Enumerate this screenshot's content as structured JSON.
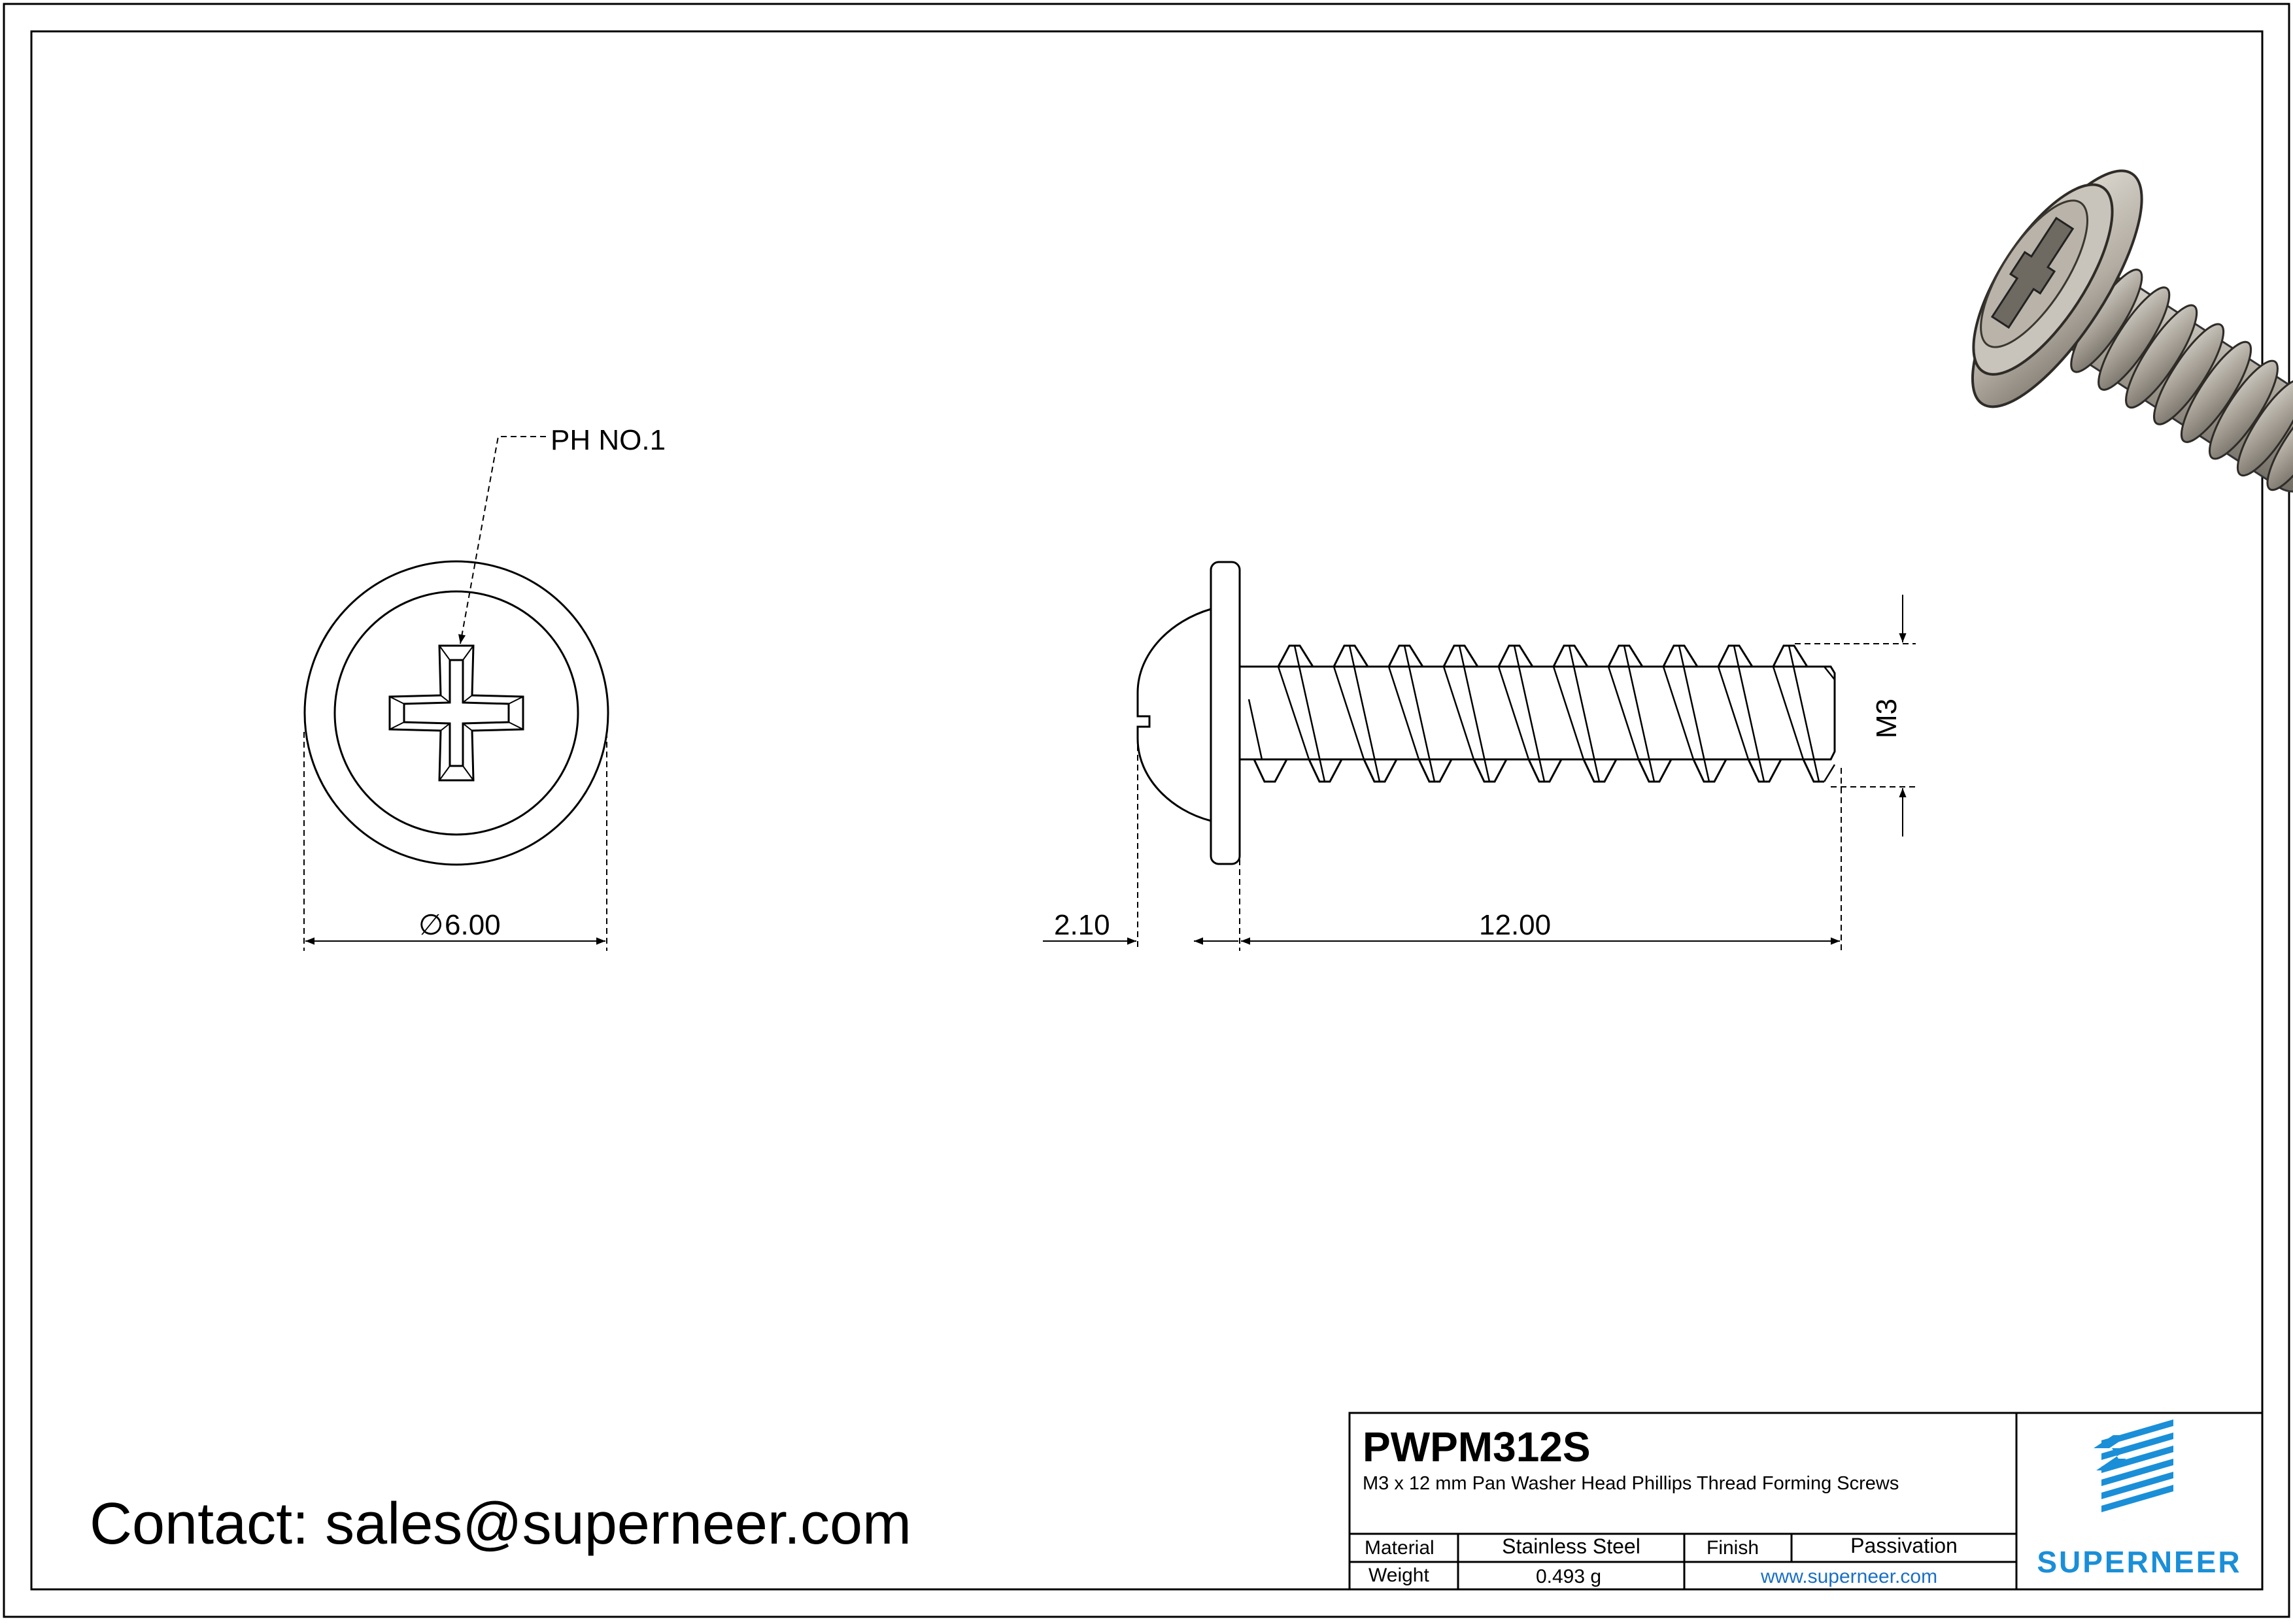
{
  "part": {
    "code": "PWPM312S",
    "description": "M3 x 12 mm Pan Washer Head Phillips Thread Forming Screws"
  },
  "dimensions": {
    "drive": "PH NO.1",
    "diameter_symbol": "∅",
    "diameter": "6.00",
    "head_height": "2.10",
    "length": "12.00",
    "thread": "M3"
  },
  "title_block": {
    "material_label": "Material",
    "material_value": "Stainless Steel",
    "finish_label": "Finish",
    "finish_value": "Passivation",
    "weight_label": "Weight",
    "weight_value": "0.493 g",
    "website": "www.superneer.com",
    "brand": "SUPERNEER"
  },
  "contact": "Contact: sales@superneer.com",
  "colors": {
    "line": "#000000",
    "brand_blue": "#1a8fd8",
    "link_blue": "#1a6fc4",
    "render_gray": "#a9a49b"
  }
}
